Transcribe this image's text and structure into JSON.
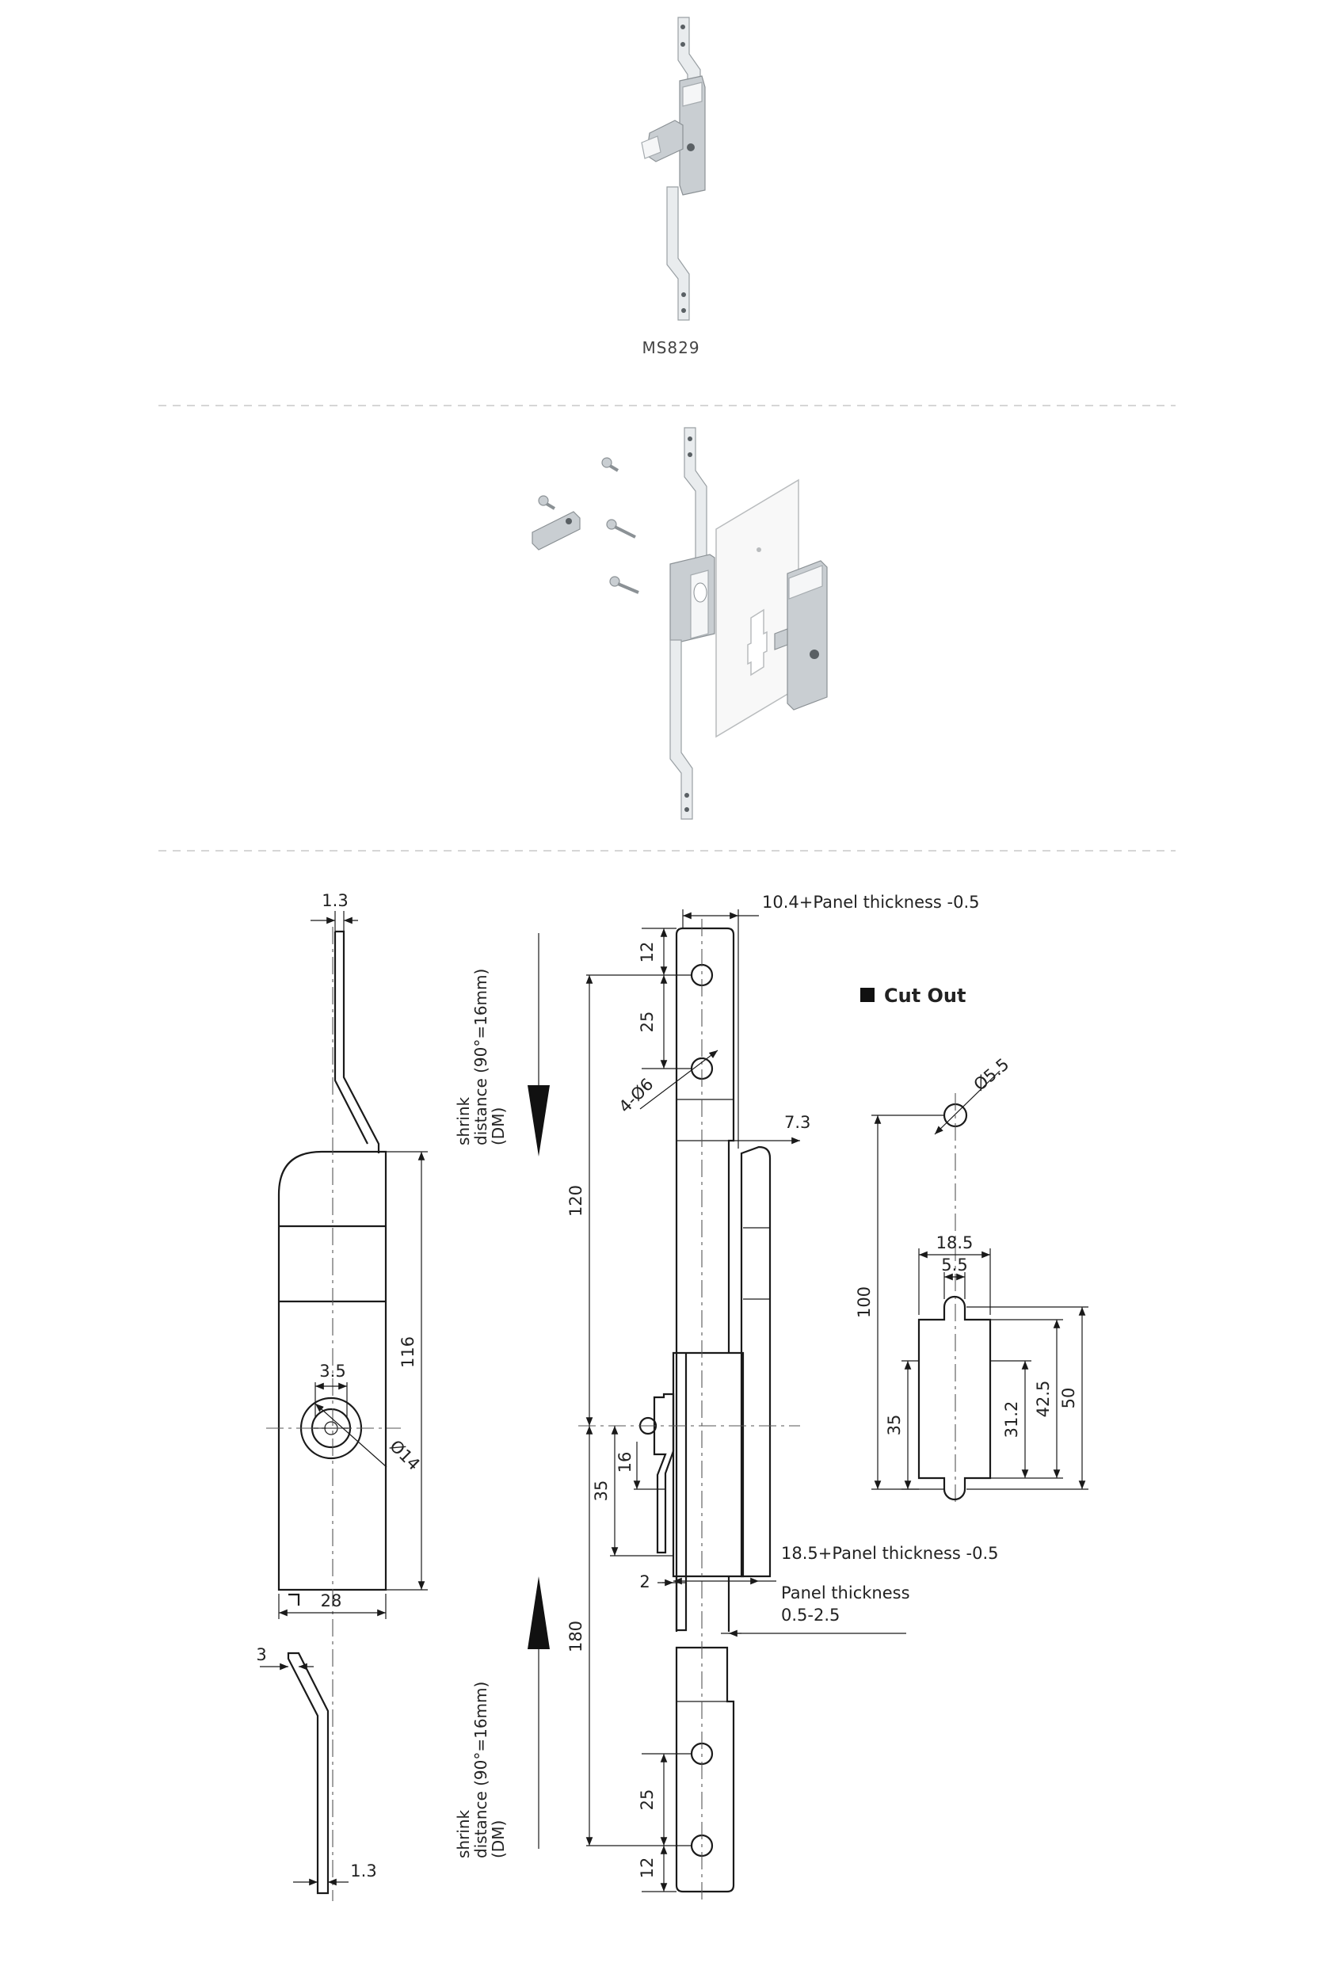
{
  "product": {
    "model_caption": "MS829"
  },
  "cut_out": {
    "heading": "Cut Out",
    "dims": {
      "hole_dia": "Ø5.5",
      "height_total": "100",
      "width": "18.5",
      "notch": "5.5",
      "h35": "35",
      "h31_2": "31.2",
      "h42_5": "42.5",
      "h50": "50"
    }
  },
  "side_view": {
    "dims": {
      "top_thickness": "1.3",
      "bottom_thickness": "1.3",
      "offset": "3",
      "body_width": "28",
      "body_height": "116",
      "key_slot": "3.5",
      "key_dia": "Ø14"
    },
    "shrink_top": [
      "shrink",
      "distance (90°=16mm)",
      "(DM)"
    ],
    "shrink_bottom": [
      "shrink",
      "distance (90°=16mm)",
      "(DM)"
    ]
  },
  "front_view": {
    "dims": {
      "top_gap": "12",
      "hole_pitch_top": "25",
      "holes": "4-Ø6",
      "upper_len": "120",
      "lower_len": "180",
      "h35": "35",
      "h16": "16",
      "gap2": "2",
      "hole_pitch_bottom": "25",
      "bottom_gap": "12",
      "offset_7_3": "7.3"
    },
    "notes": {
      "top": "10.4+Panel thickness -0.5",
      "mid": "18.5+Panel thickness -0.5",
      "panel_line1": "Panel thickness",
      "panel_line2": "0.5-2.5"
    }
  }
}
